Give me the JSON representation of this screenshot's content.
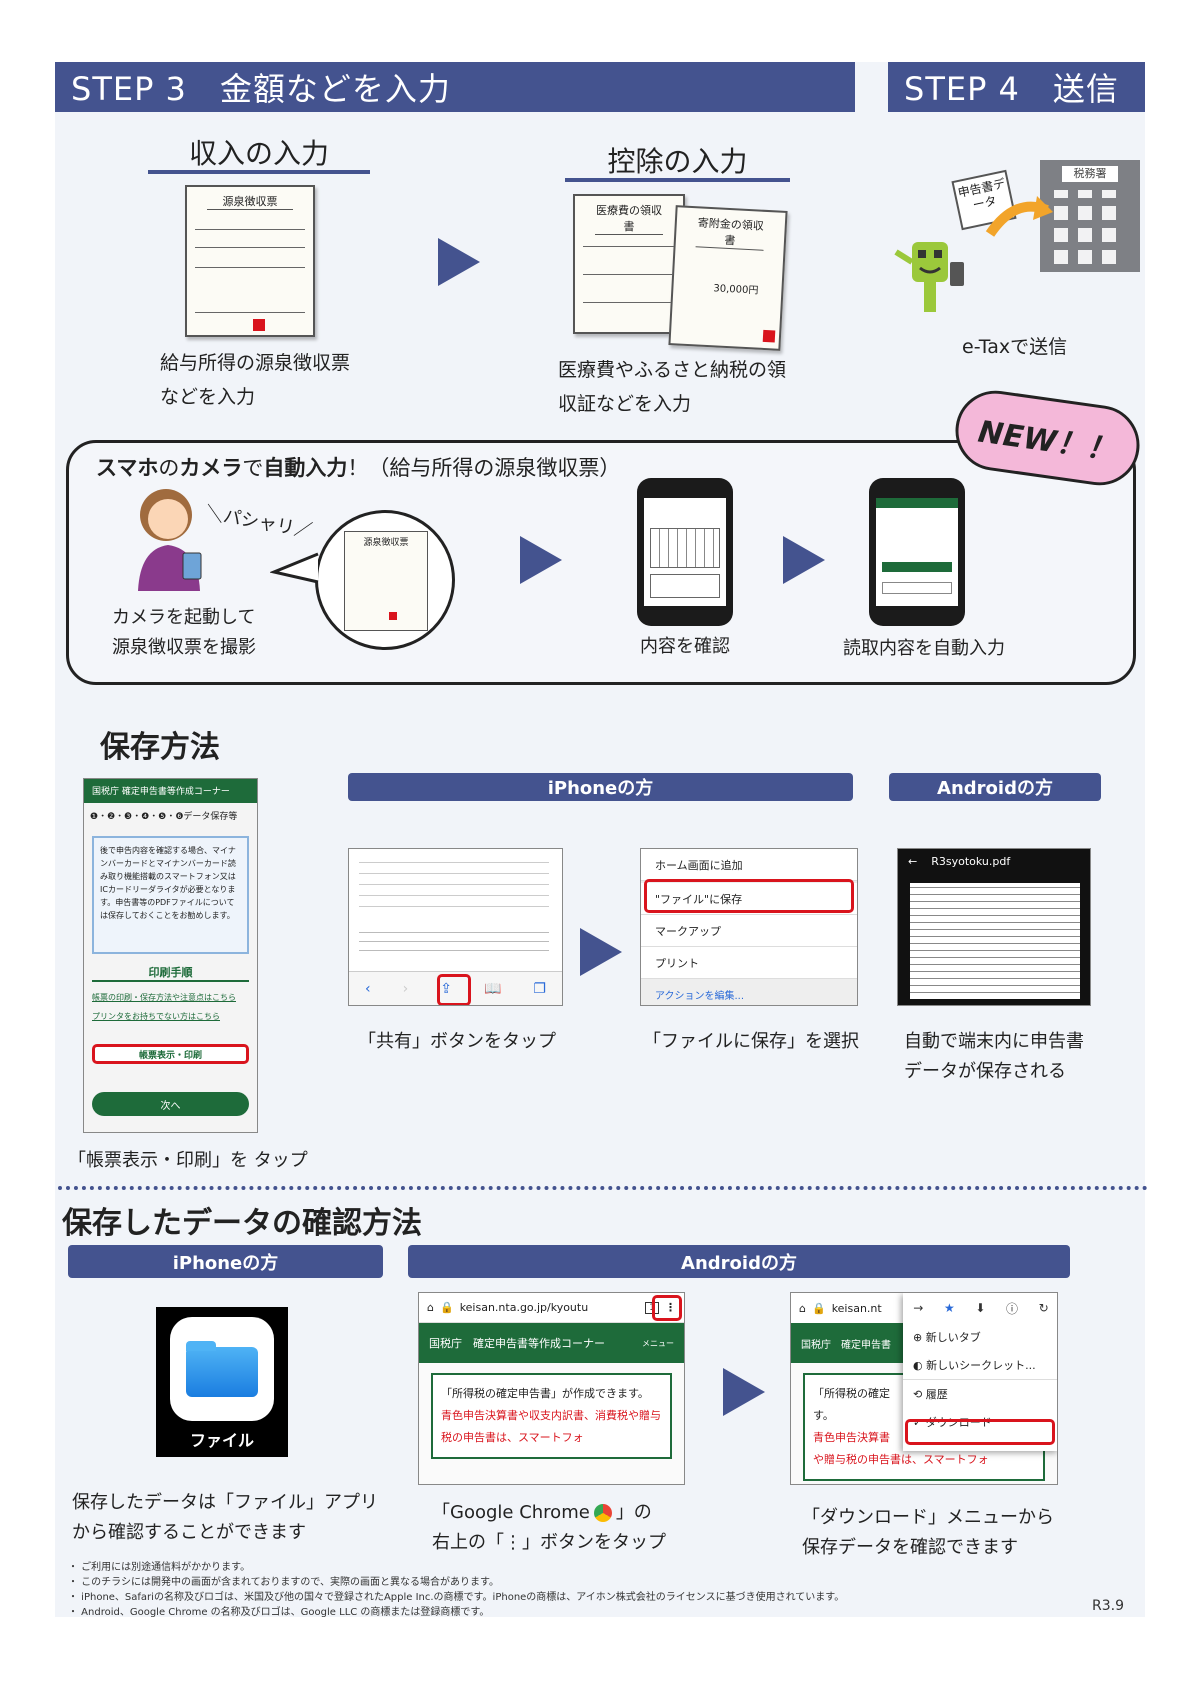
{
  "steps": {
    "step3": "STEP 3　金額などを入力",
    "step4": "STEP 4　送信"
  },
  "income": {
    "title": "収入の入力",
    "doc_title": "源泉徴収票",
    "desc1": "給与所得の源泉徴収票",
    "desc2": "などを入力"
  },
  "deduction": {
    "title": "控除の入力",
    "doc1_title": "医療費の領収書",
    "doc2_title": "寄附金の領収書",
    "doc2_amount": "30,000円",
    "desc1": "医療費やふるさと納税の領",
    "desc2": "収証などを入力"
  },
  "send": {
    "office_label": "税務署",
    "data_label": "申告書データ",
    "desc": "e-Taxで送信"
  },
  "camera": {
    "badge": "NEW！！",
    "headline_part1": "スマホ",
    "headline_part2": "の",
    "headline_part3": "カメラ",
    "headline_part4": "で",
    "headline_part5": "自動入力",
    "headline_part6": "！（給与所得の源泉徴収票）",
    "sound": "＼パシャリ／",
    "bubble_title": "源泉徴収票",
    "step1_line1": "カメラを起動して",
    "step1_line2": "源泉徴収票を撮影",
    "step2": "内容を確認",
    "step3": "読取内容を自動入力"
  },
  "save": {
    "title": "保存方法",
    "iphone_bar": "iPhoneの方",
    "android_bar": "Androidの方",
    "shot1_header": "国税庁 確定申告書等作成コーナー",
    "shot1_steps": "❶・❷・❸・❹・❺・❻データ保存等",
    "shot1_info": "後で申告内容を確認する場合、マイナンバーカードとマイナンバーカード読み取り機能搭載のスマートフォン又はICカードリーダライタが必要となります。申告書等のPDFファイルについては保存しておくことをお勧めします。",
    "shot1_print_head": "印刷手順",
    "shot1_link1": "帳票の印刷・保存方法や注意点はこちら",
    "shot1_link2": "プリンタをお持ちでない方はこちら",
    "shot1_button": "帳票表示・印刷",
    "shot1_next": "次へ",
    "caption1": "「帳票表示・印刷」を タップ",
    "menu_items": [
      "ホーム画面に追加",
      "\"ファイル\"に保存",
      "マークアップ",
      "プリント"
    ],
    "menu_actions": "アクションを編集...",
    "android_file": "R3syotoku.pdf",
    "caption_share": "「共有」ボタンをタップ",
    "caption_save": "「ファイルに保存」を選択",
    "caption_android1": "自動で端末内に申告書",
    "caption_android2": "データが保存される"
  },
  "confirm": {
    "title": "保存したデータの確認方法",
    "iphone_bar": "iPhoneの方",
    "android_bar": "Androidの方",
    "files_label": "ファイル",
    "caption_iphone1": "保存したデータは「ファイル」アプリ",
    "caption_iphone2": "から確認することができます",
    "url1": "keisan.nta.go.jp/kyoutu",
    "url2": "keisan.nt",
    "site_header": "国税庁　確定申告書等作成コーナー",
    "menu_label": "メニュー",
    "body1": "「所得税の確定申告書」が作成できます。",
    "body2": "青色申告決算書や収支内訳書、消費税や贈与税の申告書は、スマートフォ",
    "body_short1": "「所得税の確定",
    "body_short2": "す。",
    "body_short3": "青色申告決算書",
    "body_short4": "や贈与税の申告書は、スマートフォ",
    "chrome_menu": [
      "新しいタブ",
      "新しいシークレット...",
      "履歴",
      "ダウンロード"
    ],
    "caption_chrome1a": "「Google Chrome",
    "caption_chrome1b": "」の",
    "caption_chrome2": "右上の「⋮」ボタンをタップ",
    "caption_dl1": "「ダウンロード」メニューから",
    "caption_dl2": "保存データを確認できます"
  },
  "footnotes": [
    "・ ご利用には別途通信料がかかります。",
    "・ このチラシには開発中の画面が含まれておりますので、実際の画面と異なる場合があります。",
    "・ iPhone、Safariの名称及びロゴは、米国及び他の国々で登録されたApple Inc.の商標です。iPhoneの商標は、アイホン株式会社のライセンスに基づき使用されています。",
    "・ Android、Google Chrome の名称及びロゴは、Google LLC の商標または登録商標です。"
  ],
  "version": "R3.9",
  "colors": {
    "navy": "#44538f",
    "red": "#d9141d",
    "green": "#1e6b3a",
    "pink": "#f4b8d9"
  }
}
